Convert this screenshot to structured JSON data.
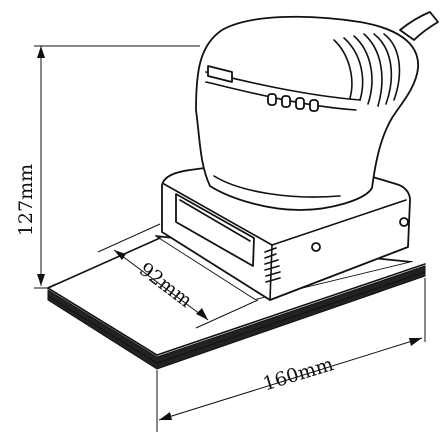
{
  "dimensions": {
    "height_label": "127mm",
    "width_label": "92mm",
    "length_label": "160mm"
  },
  "colors": {
    "line": "#111111",
    "background": "#ffffff",
    "pad": "#222222"
  }
}
